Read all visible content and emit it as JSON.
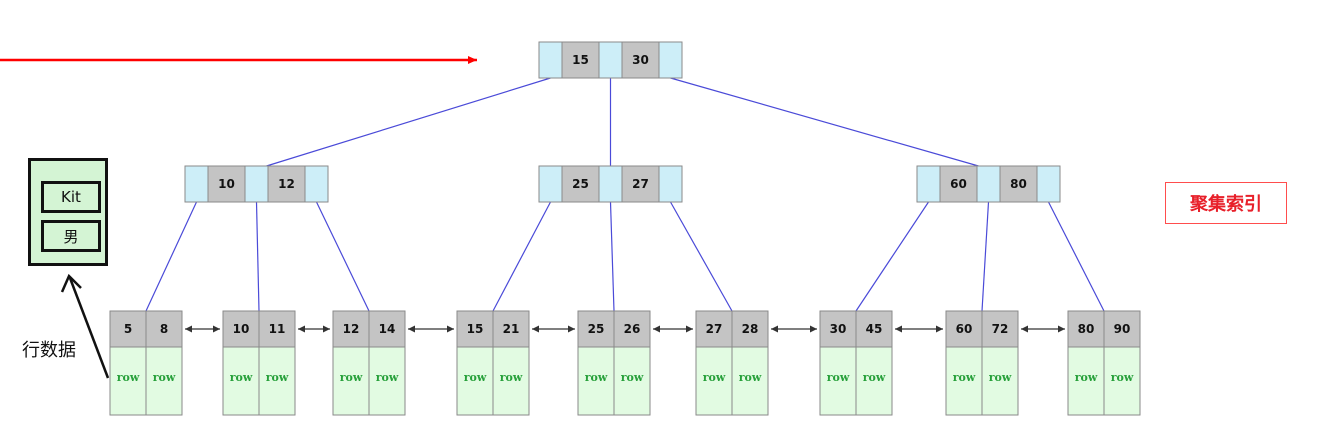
{
  "root": {
    "keys": [
      "15",
      "30"
    ]
  },
  "internal_nodes": [
    {
      "keys": [
        "10",
        "12"
      ]
    },
    {
      "keys": [
        "25",
        "27"
      ]
    },
    {
      "keys": [
        "60",
        "80"
      ]
    }
  ],
  "leaf_nodes": [
    {
      "keys": [
        "5",
        "8"
      ],
      "rows": [
        "row",
        "row"
      ]
    },
    {
      "keys": [
        "10",
        "11"
      ],
      "rows": [
        "row",
        "row"
      ]
    },
    {
      "keys": [
        "12",
        "14"
      ],
      "rows": [
        "row",
        "row"
      ]
    },
    {
      "keys": [
        "15",
        "21"
      ],
      "rows": [
        "row",
        "row"
      ]
    },
    {
      "keys": [
        "25",
        "26"
      ],
      "rows": [
        "row",
        "row"
      ]
    },
    {
      "keys": [
        "27",
        "28"
      ],
      "rows": [
        "row",
        "row"
      ]
    },
    {
      "keys": [
        "30",
        "45"
      ],
      "rows": [
        "row",
        "row"
      ]
    },
    {
      "keys": [
        "60",
        "72"
      ],
      "rows": [
        "row",
        "row"
      ]
    },
    {
      "keys": [
        "80",
        "90"
      ],
      "rows": [
        "row",
        "row"
      ]
    }
  ],
  "row_detail": {
    "values": [
      "Kit",
      "男"
    ]
  },
  "row_data_label": "行数据",
  "index_label": "聚集索引",
  "colors": {
    "pointer_cell": "#cdeef8",
    "key_cell": "#c4c4c4",
    "row_cell": "#e2fbe2",
    "edge": "#4a4ad8",
    "pointer_arrow": "#ff0000",
    "index_label_text": "#e8202a",
    "row_text": "#27a03a"
  }
}
